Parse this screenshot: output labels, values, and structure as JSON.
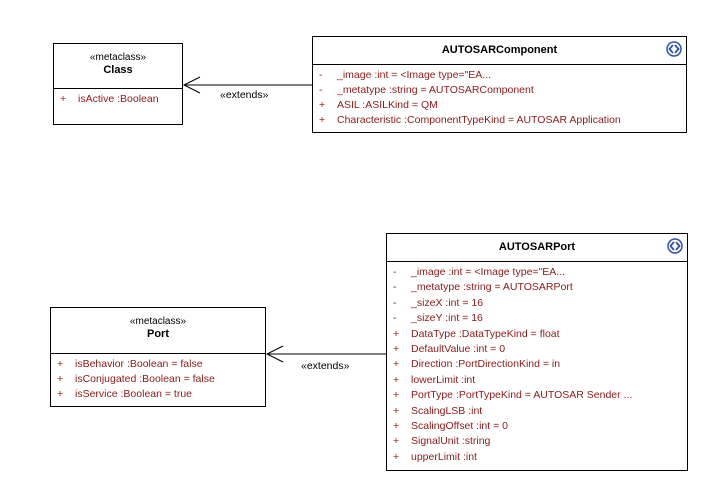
{
  "classes": {
    "class": {
      "stereotype": "«metaclass»",
      "name": "Class",
      "attributes": [
        {
          "vis": "+",
          "text": "isActive  :Boolean"
        }
      ]
    },
    "port": {
      "stereotype": "«metaclass»",
      "name": "Port",
      "attributes": [
        {
          "vis": "+",
          "text": "isBehavior  :Boolean = false"
        },
        {
          "vis": "+",
          "text": "isConjugated  :Boolean = false"
        },
        {
          "vis": "+",
          "text": "isService  :Boolean = true"
        }
      ]
    },
    "autosar_component": {
      "name": "AUTOSARComponent",
      "icon": "stereotype-badge-icon",
      "attributes": [
        {
          "vis": "-",
          "text": "_image  :int = <Image type=\"EA..."
        },
        {
          "vis": "-",
          "text": "_metatype  :string = AUTOSARComponent"
        },
        {
          "vis": "+",
          "text": "ASIL  :ASILKind = QM"
        },
        {
          "vis": "+",
          "text": "Characteristic  :ComponentTypeKind = AUTOSAR Application"
        }
      ]
    },
    "autosar_port": {
      "name": "AUTOSARPort",
      "icon": "stereotype-badge-icon",
      "attributes": [
        {
          "vis": "-",
          "text": "_image  :int = <Image type=\"EA..."
        },
        {
          "vis": "-",
          "text": "_metatype  :string = AUTOSARPort"
        },
        {
          "vis": "-",
          "text": "_sizeX  :int = 16"
        },
        {
          "vis": "-",
          "text": "_sizeY  :int = 16"
        },
        {
          "vis": "+",
          "text": "DataType  :DataTypeKind = float"
        },
        {
          "vis": "+",
          "text": "DefaultValue  :int = 0"
        },
        {
          "vis": "+",
          "text": "Direction  :PortDirectionKind = in"
        },
        {
          "vis": "+",
          "text": "lowerLimit  :int"
        },
        {
          "vis": "+",
          "text": "PortType  :PortTypeKind = AUTOSAR Sender ..."
        },
        {
          "vis": "+",
          "text": "ScalingLSB  :int"
        },
        {
          "vis": "+",
          "text": "ScalingOffset  :int = 0"
        },
        {
          "vis": "+",
          "text": "SignalUnit  :string"
        },
        {
          "vis": "+",
          "text": "upperLimit  :int"
        }
      ]
    }
  },
  "relations": [
    {
      "label": "«extends»",
      "from": "AUTOSARComponent",
      "to": "Class"
    },
    {
      "label": "«extends»",
      "from": "AUTOSARPort",
      "to": "Port"
    }
  ],
  "colors": {
    "attribute_text": "#8b1a1a",
    "badge": "#2f52a8"
  }
}
